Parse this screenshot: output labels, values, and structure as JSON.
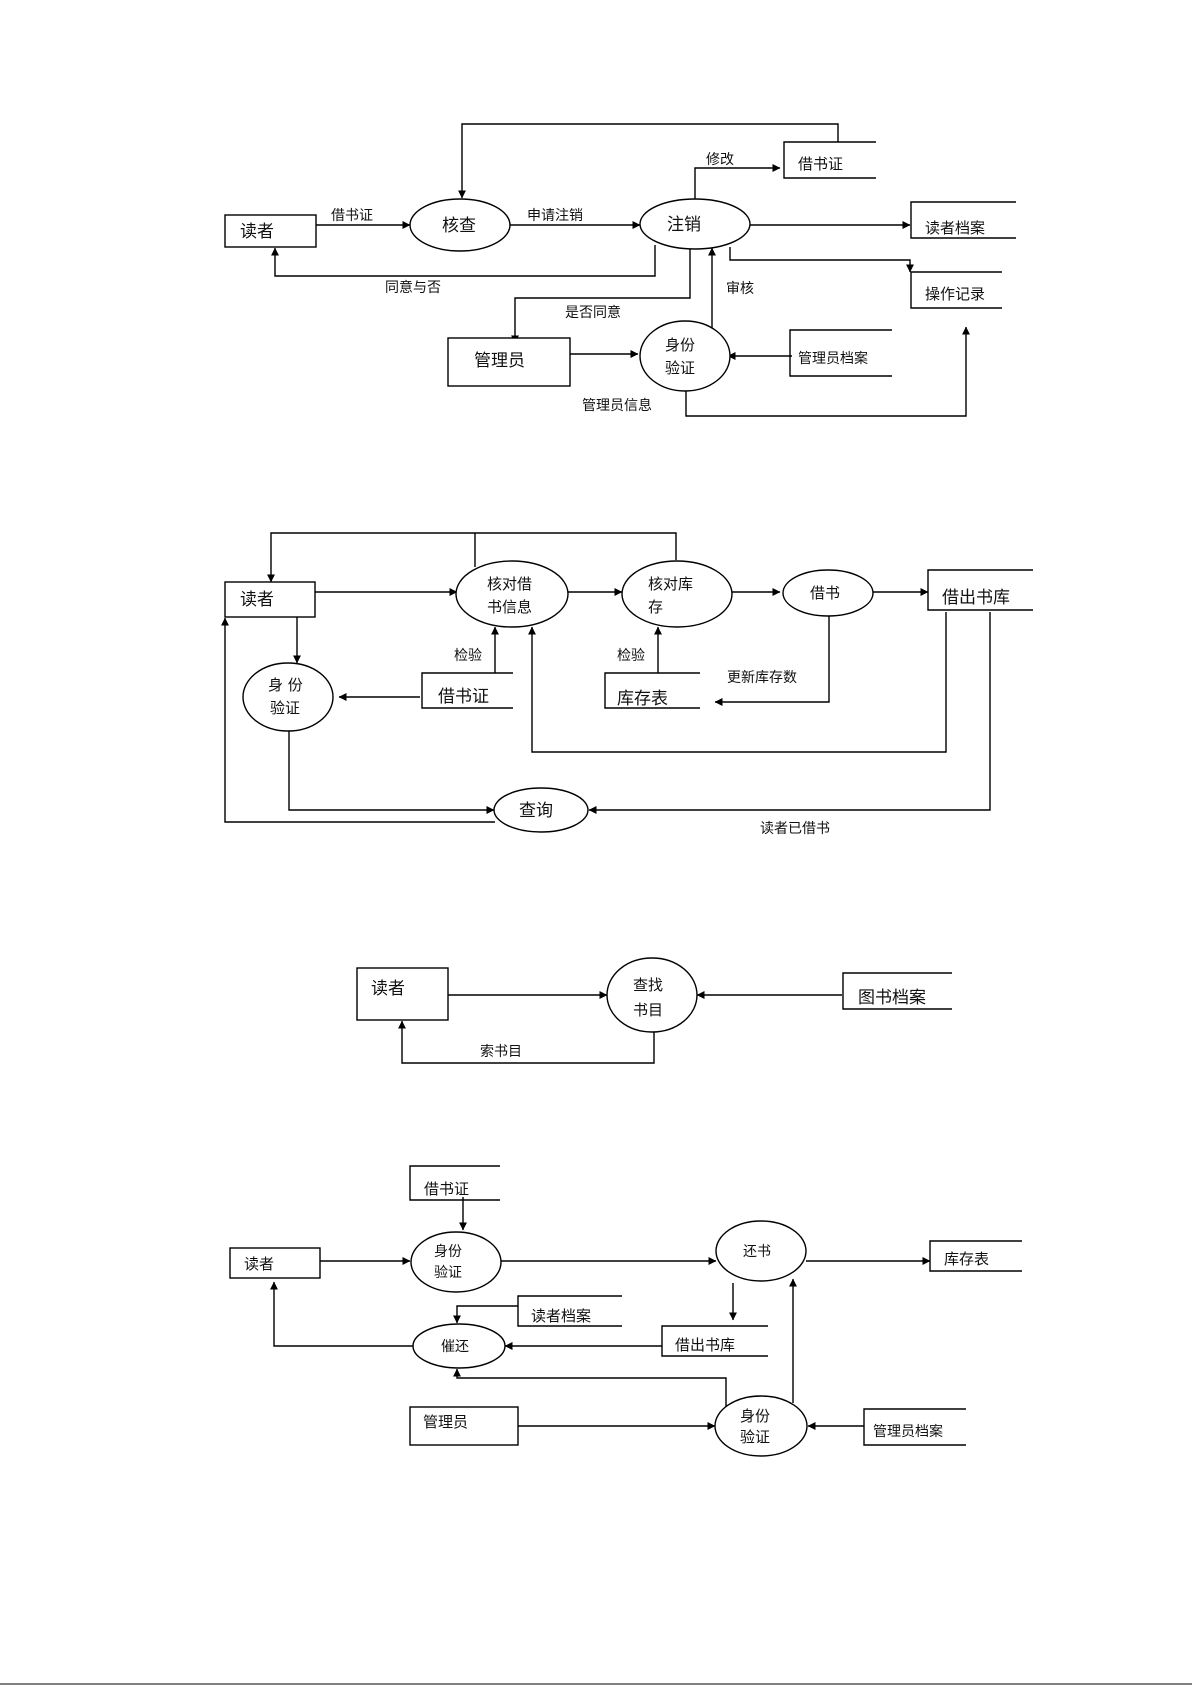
{
  "d1": {
    "reader": "读者",
    "check": "核查",
    "cancel": "注销",
    "card_store": "借书证",
    "reader_file": "读者档案",
    "op_log": "操作记录",
    "admin": "管理员",
    "auth_l1": "身份",
    "auth_l2": "验证",
    "admin_file": "管理员档案",
    "f_card": "借书证",
    "f_apply": "申请注销",
    "f_modify": "修改",
    "f_agree_or_not": "同意与否",
    "f_whether_agree": "是否同意",
    "f_audit": "审核",
    "f_admin_info": "管理员信息"
  },
  "d2": {
    "reader": "读者",
    "verify_l1": "核对借",
    "verify_l2": "书信息",
    "stock_l1": "核对库",
    "stock_l2": "存",
    "borrow": "借书",
    "lent_store": "借出书库",
    "auth_l1": "身 份",
    "auth_l2": "验证",
    "card_store": "借书证",
    "stock_table": "库存表",
    "query": "查询",
    "f_check1": "检验",
    "f_check2": "检验",
    "f_update": "更新库存数",
    "f_borrowed": "读者已借书"
  },
  "d3": {
    "reader": "读者",
    "find_l1": "查找",
    "find_l2": "书目",
    "book_file": "图书档案",
    "f_index": "索书目"
  },
  "d4": {
    "card_store": "借书证",
    "reader": "读者",
    "auth1_l1": "身份",
    "auth1_l2": "验证",
    "return": "还书",
    "stock_table": "库存表",
    "reader_file": "读者档案",
    "remind": "催还",
    "lent_store": "借出书库",
    "admin": "管理员",
    "auth2_l1": "身份",
    "auth2_l2": "验证",
    "admin_file": "管理员档案"
  }
}
